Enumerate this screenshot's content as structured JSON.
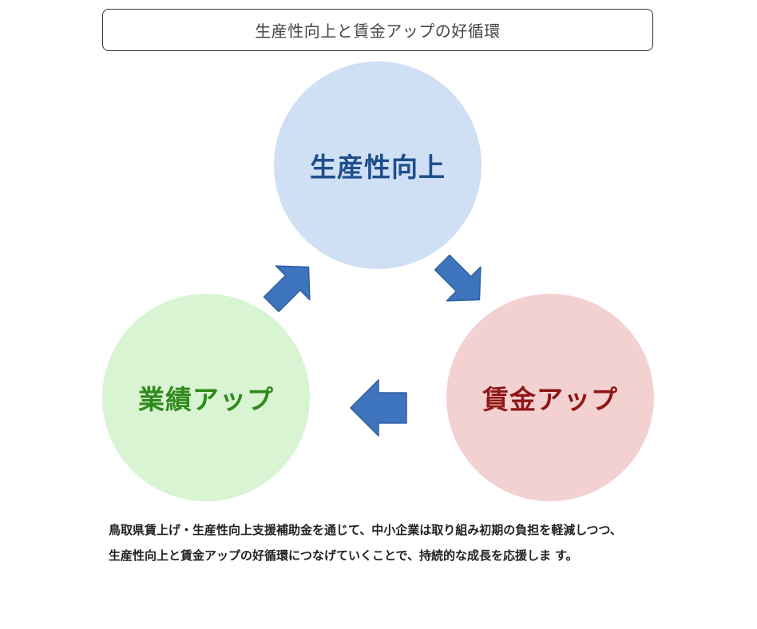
{
  "title": "生産性向上と賃金アップの好循環",
  "nodes": {
    "top": "生産性向上",
    "left": "業績アップ",
    "right": "賃金アップ"
  },
  "caption": {
    "line1": "鳥取県賃上げ・生産性向上支援補助金を通じて、中小企業は取り組み初期の負担を軽減しつつ、",
    "line2": "生産性向上と賃金アップの好循環につなげていくことで、持続的な成長を応援しま す。"
  },
  "colors": {
    "top_fill": "#cfe0f5",
    "top_text": "#1f4e8c",
    "left_fill": "#d8f4d3",
    "left_text": "#2f8a1a",
    "right_fill": "#f4d1d1",
    "right_text": "#8e1616",
    "arrow_fill": "#3d74bd"
  }
}
